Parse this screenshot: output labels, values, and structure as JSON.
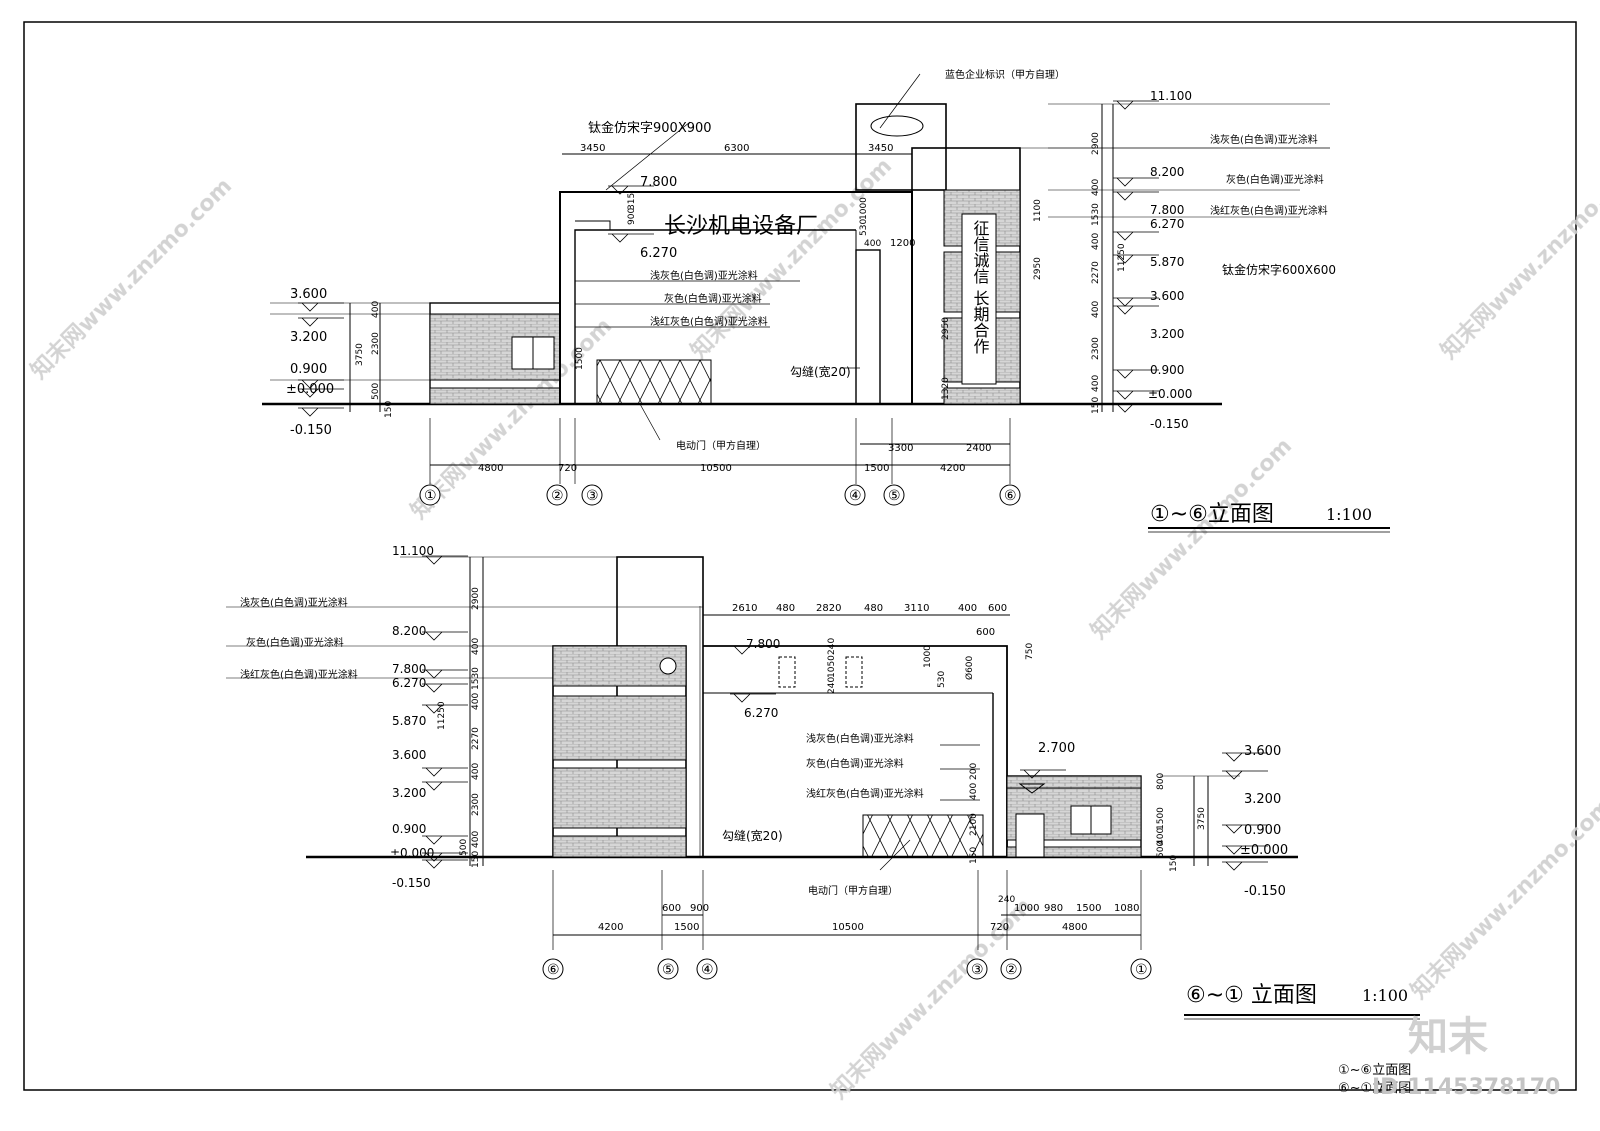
{
  "elev_a": {
    "title": "①~⑥立面图",
    "scale": "1:100",
    "sign_text": "长沙机电设备厂",
    "sign_note": "钛金仿宋字900X900",
    "logo_note": "蓝色企业标识（甲方自理）",
    "slogan_1": "征信诚信",
    "slogan_2": "长期合作",
    "slogan_note": "钛金仿宋字600X600",
    "mat_light": "浅灰色(白色调)亚光涂料",
    "mat_grey": "灰色(白色调)亚光涂料",
    "mat_red": "浅红灰色(白色调)亚光涂料",
    "gate_note": "电动门（甲方自理）",
    "joint_note": "勾缝(宽20)",
    "lv_left": [
      "3.600",
      "3.200",
      "0.900",
      "±0.000",
      "-0.150"
    ],
    "lv_mid": [
      "7.800",
      "6.270"
    ],
    "lv_right": [
      "11.100",
      "8.200",
      "7.800",
      "6.270",
      "5.870",
      "3.600",
      "3.200",
      "0.900",
      "±0.000",
      "-0.150"
    ],
    "dims_top": [
      "3450",
      "6300",
      "3450"
    ],
    "dims_bottom": [
      "4800",
      "720",
      "10500",
      "1500",
      "4200",
      "3300",
      "2400"
    ],
    "dims_left": [
      "400",
      "2300",
      "3750",
      "500",
      "150"
    ],
    "dims_mid": [
      "315",
      "900",
      "1000",
      "530",
      "400",
      "1200",
      "1500",
      "1100",
      "2950",
      "2950",
      "1320"
    ],
    "dims_right": [
      "2900",
      "400",
      "1530",
      "400",
      "2270",
      "400",
      "2300",
      "400",
      "150",
      "11250"
    ],
    "axes": [
      "①",
      "②",
      "③",
      "④",
      "⑤",
      "⑥"
    ]
  },
  "elev_b": {
    "title": "⑥~① 立面图",
    "scale": "1:100",
    "mat_light": "浅灰色(白色调)亚光涂料",
    "mat_grey": "灰色(白色调)亚光涂料",
    "mat_red": "浅红灰色(白色调)亚光涂料",
    "gate_note": "电动门（甲方自理）",
    "joint_note": "勾缝(宽20)",
    "lv_left": [
      "11.100",
      "8.200",
      "7.800",
      "6.270",
      "5.870",
      "3.600",
      "3.200",
      "0.900",
      "±0.000",
      "-0.150"
    ],
    "lv_mid": [
      "7.800",
      "6.270",
      "2.700"
    ],
    "lv_right": [
      "3.600",
      "3.200",
      "0.900",
      "±0.000",
      "-0.150"
    ],
    "dims_top": [
      "2610",
      "480",
      "2820",
      "480",
      "3110",
      "400",
      "600",
      "600"
    ],
    "dims_bottom": [
      "4200",
      "600",
      "900",
      "1500",
      "10500",
      "240",
      "1000",
      "980",
      "1500",
      "1080",
      "720",
      "4800"
    ],
    "dims_left": [
      "2900",
      "400",
      "1530",
      "400",
      "2270",
      "400",
      "2300",
      "400",
      "500",
      "150",
      "11250"
    ],
    "dims_mid": [
      "240",
      "1050",
      "240",
      "1000",
      "530",
      "750",
      "Ø600",
      "200",
      "400",
      "2100",
      "150"
    ],
    "dims_right": [
      "800",
      "1500",
      "400",
      "500",
      "150",
      "3750"
    ],
    "axes": [
      "⑥",
      "⑤",
      "④",
      "③",
      "②",
      "①"
    ]
  },
  "legend": [
    "①~⑥立面图",
    "⑥~①立面图"
  ],
  "brand": {
    "logo_text": "知末",
    "id_text": "ID:1145378170",
    "watermark": "知末网www.znzmo.com"
  }
}
